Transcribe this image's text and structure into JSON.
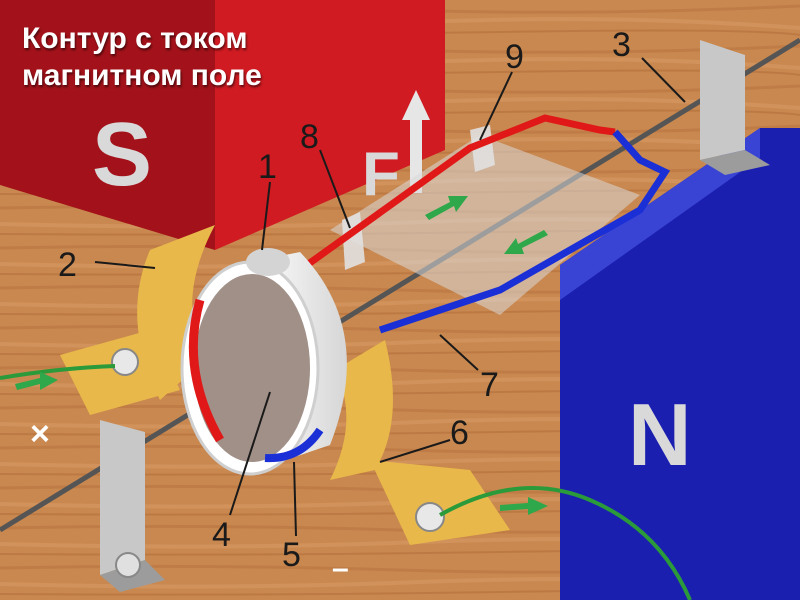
{
  "title": {
    "line1": "Контур с током",
    "line2": "магнитном поле"
  },
  "poles": {
    "south": "S",
    "north": "N"
  },
  "force_label": "F",
  "terminals": {
    "minus_left": "×",
    "minus_bottom": "–"
  },
  "labels": [
    "1",
    "2",
    "3",
    "4",
    "5",
    "6",
    "7",
    "8",
    "9"
  ],
  "colors": {
    "wood": "#c9884f",
    "south_magnet": "#b8141c",
    "north_magnet": "#1a1fb0",
    "brush": "#e8b84a",
    "wire_positive": "#e01818",
    "wire_negative": "#1a2fd6",
    "lead_wire": "#2a9a3a"
  },
  "icons": [
    "force-arrow-icon",
    "current-arrow-icon"
  ]
}
